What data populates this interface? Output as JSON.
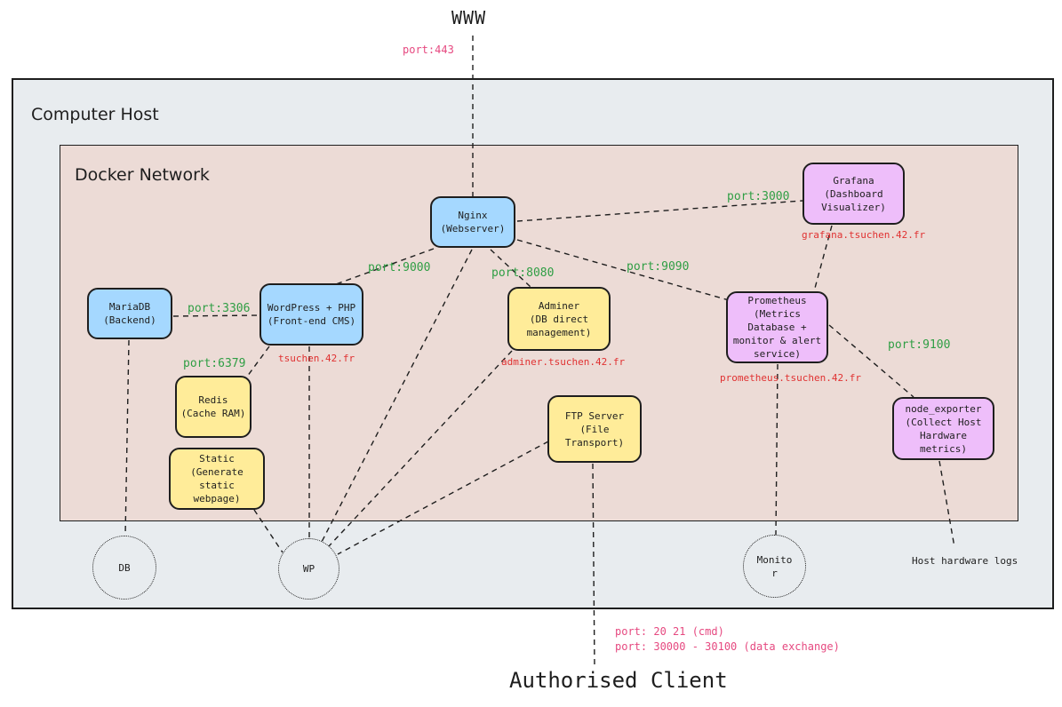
{
  "top_label": "WWW",
  "bottom_label": "Authorised Client",
  "host_title": "Computer Host",
  "docker_title": "Docker Network",
  "nodes": {
    "nginx": "Nginx\n(Webserver)",
    "mariadb": "MariaDB\n(Backend)",
    "wordpress": "WordPress + PHP\n(Front-end CMS)",
    "redis": "Redis\n(Cache RAM)",
    "static": "Static\n(Generate static\nwebpage)",
    "adminer": "Adminer\n(DB direct\nmanagement)",
    "ftp": "FTP Server\n(File Transport)",
    "grafana": "Grafana\n(Dashboard\nVisualizer)",
    "prometheus": "Prometheus\n(Metrics\nDatabase +\nmonitor & alert\nservice)",
    "node_exporter": "node_exporter\n(Collect Host\nHardware metrics)"
  },
  "volumes": {
    "db": "DB",
    "wp": "WP",
    "monitor": "Monito\nr"
  },
  "ports": {
    "www": "port:443",
    "grafana": "port:3000",
    "wordpress": "port:9000",
    "adminer": "port:8080",
    "prometheus": "port:9090",
    "mariadb": "port:3306",
    "redis": "port:6379",
    "node_exporter": "port:9100",
    "ftp_cmd": "port: 20 21 (cmd)",
    "ftp_data": "port: 30000 - 30100 (data exchange)"
  },
  "urls": {
    "grafana": "grafana.tsuchen.42.fr",
    "wordpress": "tsuchen.42.fr",
    "adminer": "adminer.tsuchen.42.fr",
    "prometheus": "prometheus.tsuchen.42.fr"
  },
  "host_logs": "Host hardware logs",
  "colors": {
    "blue_node": "#a5d8ff",
    "yellow_node": "#ffec99",
    "purple_node": "#eebefa",
    "port_label": "#2f9e44",
    "url_label": "#e03131",
    "external_port_label": "#e64980"
  }
}
